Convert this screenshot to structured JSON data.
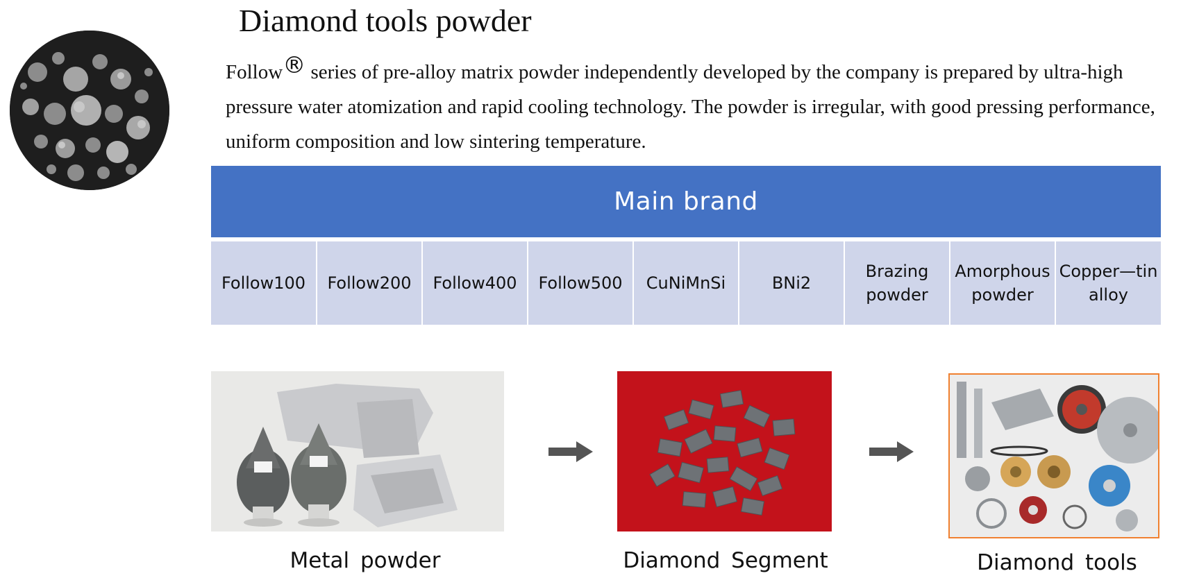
{
  "page": {
    "title": "Diamond tools powder",
    "intro": {
      "brand_word": "Follow",
      "registered_mark": "®",
      "text": " series of pre-alloy matrix powder independently developed by the company is prepared by ultra-high pressure water atomization and rapid cooling technology. The powder is irregular, with good pressing performance, uniform composition and low sintering temperature."
    }
  },
  "brand_table": {
    "header": "Main brand",
    "items": [
      "Follow100",
      "Follow200",
      "Follow400",
      "Follow500",
      "CuNiMnSi",
      "BNi2",
      "Brazing powder",
      "Amorphous powder",
      "Copper—tin alloy"
    ]
  },
  "flow": {
    "steps": [
      {
        "label": "Metal powder"
      },
      {
        "label": "Diamond Segment"
      },
      {
        "label": "Diamond tools"
      }
    ]
  },
  "colors": {
    "header_blue": "#4472c4",
    "cell_lavender": "#cfd5ea",
    "arrow_gray": "#555555",
    "tools_border": "#f08030"
  },
  "icons": [
    "arrow-right-icon"
  ]
}
